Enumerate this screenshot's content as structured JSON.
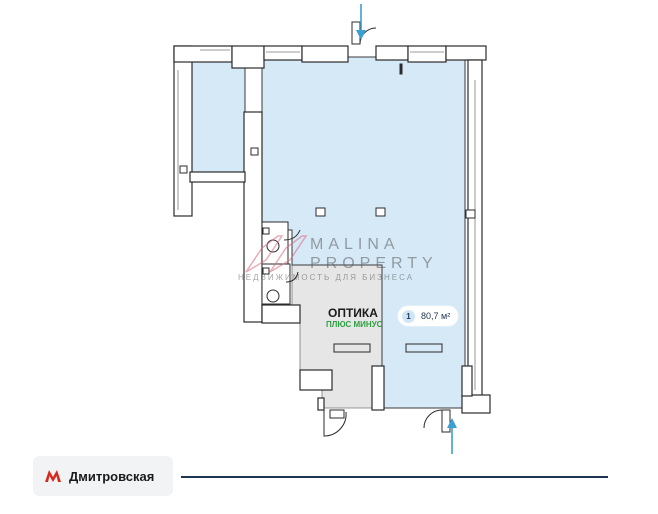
{
  "watermark": {
    "brand_line1": "MALINA",
    "brand_line2": "PROPERTY",
    "tagline": "НЕДВИЖИМОСТЬ ДЛЯ БИЗНЕСА"
  },
  "room": {
    "number": "1",
    "area": "80,7 м²"
  },
  "tenant": {
    "name": "ОПТИКА",
    "subtitle": "ПЛЮС МИНУС"
  },
  "metro": {
    "station": "Дмитровская",
    "icon": "metro-m-icon",
    "icon_color": "#d52b1e"
  },
  "colors": {
    "room_fill": "#d5e9f6",
    "secondary_fill": "#e6e6e6",
    "wall": "#2b2b2b",
    "arrow": "#3b9fd4",
    "line": "#1d3550"
  },
  "entrance_arrows": [
    "entrance-arrow-top",
    "entrance-arrow-bottom"
  ]
}
